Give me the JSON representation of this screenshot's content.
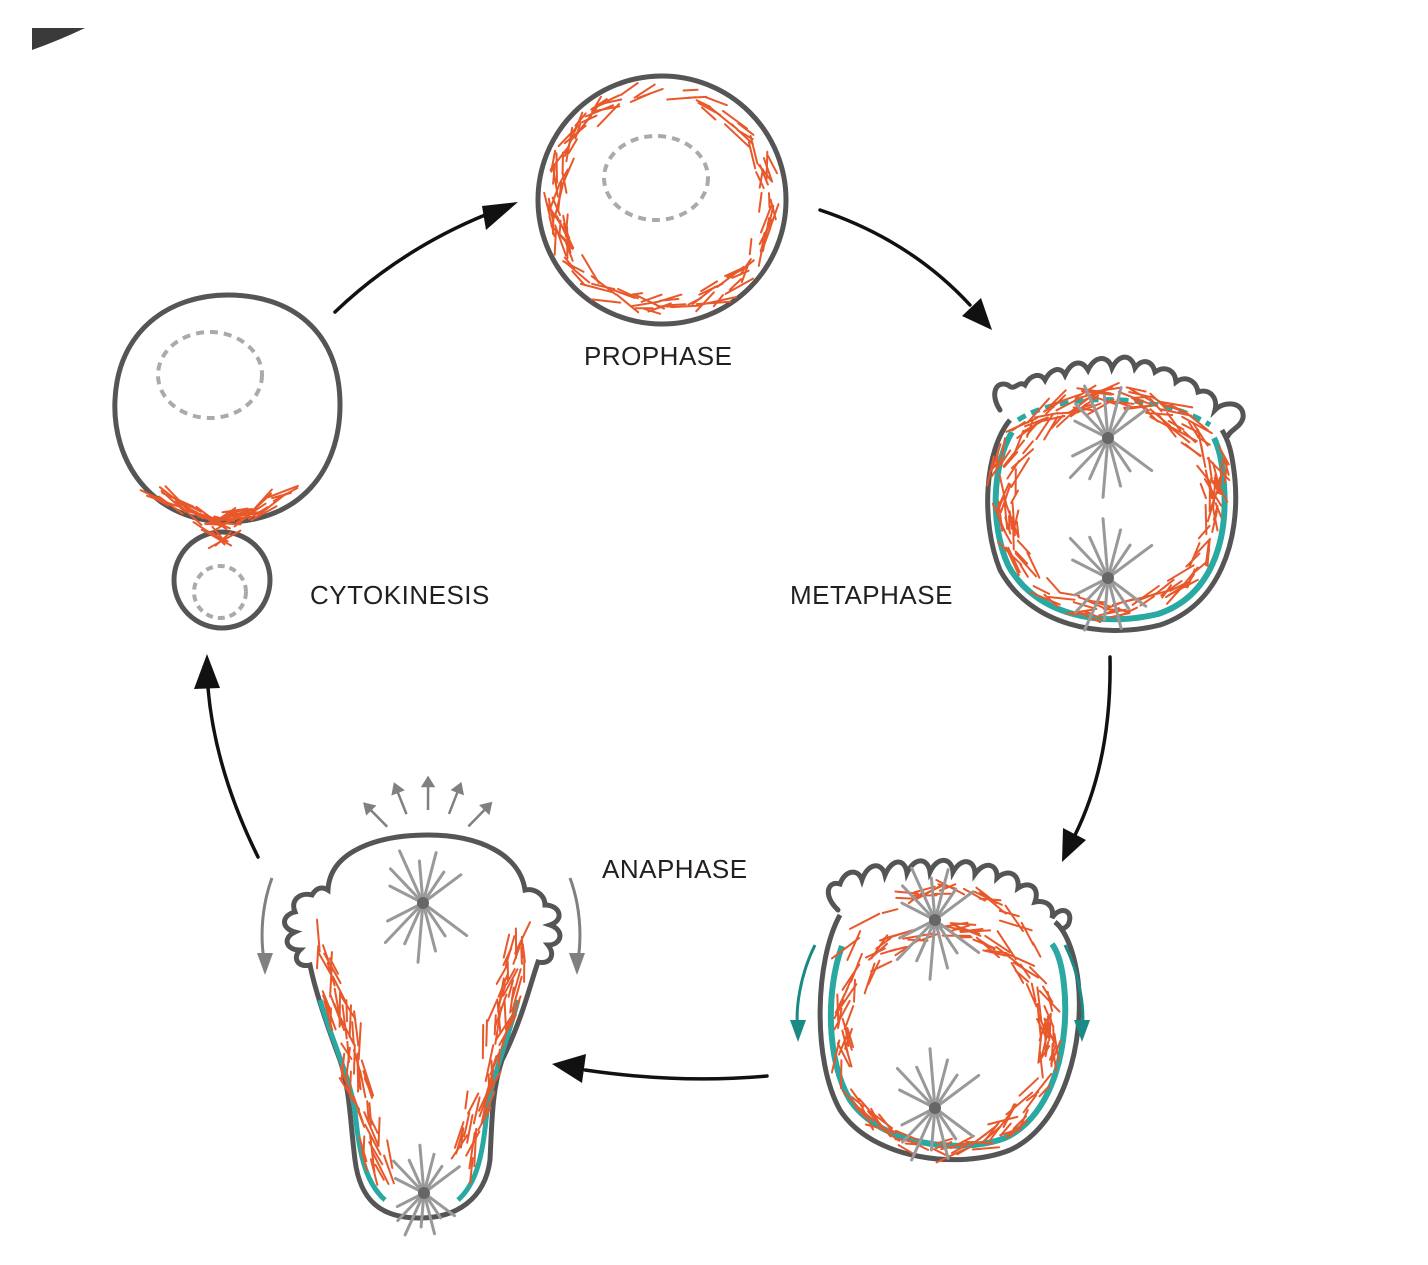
{
  "stages": [
    {
      "id": "prophase",
      "label": "PROPHASE"
    },
    {
      "id": "metaphase",
      "label": "METAPHASE"
    },
    {
      "id": "anaphase",
      "label": "ANAPHASE"
    },
    {
      "id": "cytokinesis",
      "label": "CYTOKINESIS"
    }
  ],
  "colors": {
    "membrane": "#555555",
    "actin": "#e8582a",
    "cortex_band": "#2aa9a3",
    "teal_arrow": "#1a8a84",
    "nucleus": "#aaaaaa",
    "spindle": "#999999",
    "cycle_arrow": "#111111",
    "force_arrow": "#808080"
  },
  "icons": [
    "cycle-arrow-icon",
    "force-arrow-icon",
    "spindle-aster-icon",
    "nucleus-outline-icon"
  ]
}
